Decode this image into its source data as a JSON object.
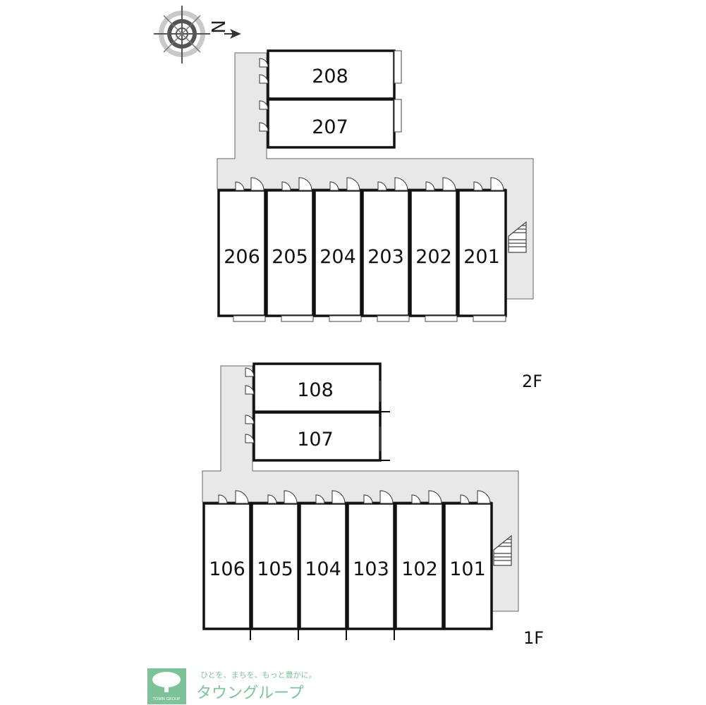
{
  "compass": {
    "north_letter": "N",
    "icon": "compass-rose-icon"
  },
  "floors": {
    "second": {
      "label": "2F",
      "rooms": [
        "208",
        "207",
        "206",
        "205",
        "204",
        "203",
        "202",
        "201"
      ]
    },
    "first": {
      "label": "1F",
      "rooms": [
        "108",
        "107",
        "106",
        "105",
        "104",
        "103",
        "102",
        "101"
      ]
    }
  },
  "brand": {
    "tagline": "ひとを、まちを、もっと豊かに。",
    "name": "タウングループ",
    "badge_text": "TOWN GROUP",
    "color": "#7cc39a"
  },
  "colors": {
    "walkway": "#e8e8e8",
    "wall": "#111111",
    "outline": "#555555"
  }
}
